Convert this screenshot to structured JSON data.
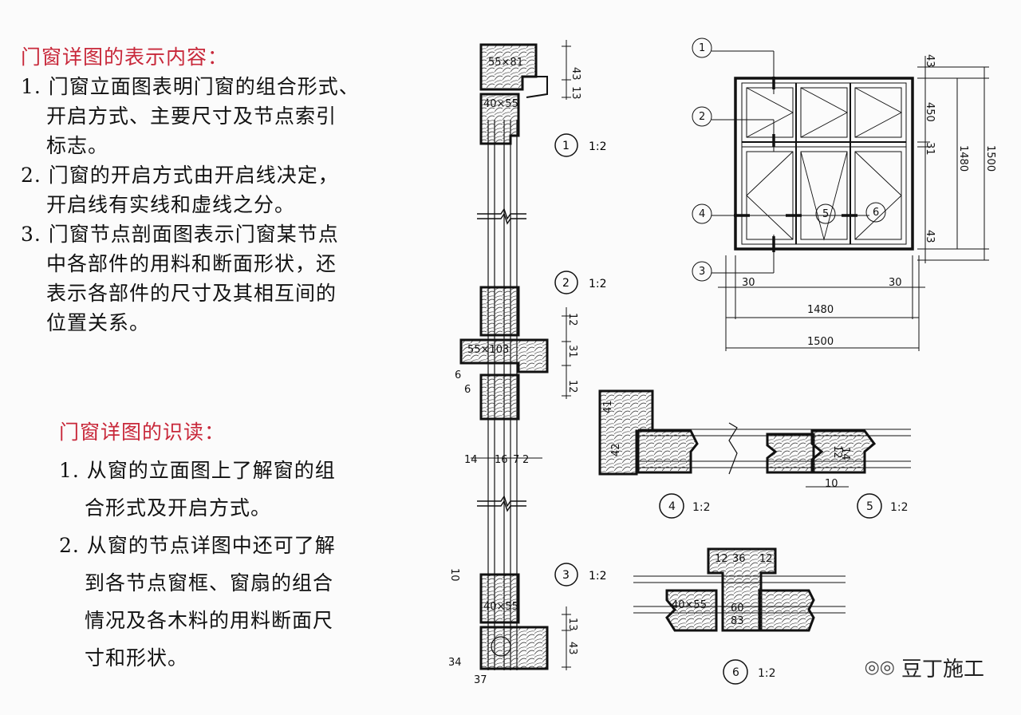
{
  "section1": {
    "heading": "门窗详图的表示内容：",
    "items": [
      {
        "lines": [
          "1. 门窗立面图表明门窗的组合形式、",
          "开启方式、主要尺寸及节点索引",
          "标志。"
        ]
      },
      {
        "lines": [
          "2. 门窗的开启方式由开启线决定，",
          "开启线有实线和虚线之分。"
        ]
      },
      {
        "lines": [
          "3. 门窗节点剖面图表示门窗某节点",
          "中各部件的用料和断面形状，还",
          "表示各部件的尺寸及其相互间的",
          "位置关系。"
        ]
      }
    ]
  },
  "section2": {
    "heading": "门窗详图的识读：",
    "items": [
      {
        "lines": [
          "1. 从窗的立面图上了解窗的组",
          "合形式及开启方式。"
        ]
      },
      {
        "lines": [
          "2. 从窗的节点详图中还可了解",
          "到各节点窗框、窗扇的组合",
          "情况及各木料的用料断面尺",
          "寸和形状。"
        ]
      }
    ]
  },
  "elevation": {
    "callouts": [
      "1",
      "2",
      "4",
      "3",
      "5",
      "6"
    ],
    "dims_right": [
      "43",
      "450",
      "31",
      "1480",
      "1500",
      "43"
    ],
    "dims_bottom": [
      "30",
      "30",
      "1480",
      "1500"
    ]
  },
  "section_labels": [
    {
      "num": "1",
      "scale": "1:2"
    },
    {
      "num": "2",
      "scale": "1:2"
    },
    {
      "num": "3",
      "scale": "1:2"
    },
    {
      "num": "4",
      "scale": "1:2"
    },
    {
      "num": "5",
      "scale": "1:2"
    },
    {
      "num": "6",
      "scale": "1:2"
    }
  ],
  "profile_dims": {
    "top": [
      "55×81",
      "43",
      "13",
      "40×55"
    ],
    "middle": [
      "12",
      "55×103",
      "31",
      "12",
      "6",
      "6"
    ],
    "bottom": [
      "10",
      "40×55",
      "13",
      "43",
      "34",
      "37"
    ],
    "spacing": [
      "14",
      "16",
      "7",
      "2"
    ],
    "detail4": [
      "41",
      "42"
    ],
    "detail5": [
      "12",
      "14",
      "10"
    ],
    "detail6": [
      "12",
      "36",
      "12",
      "40×55",
      "60",
      "83"
    ]
  },
  "watermark": "豆丁施工"
}
